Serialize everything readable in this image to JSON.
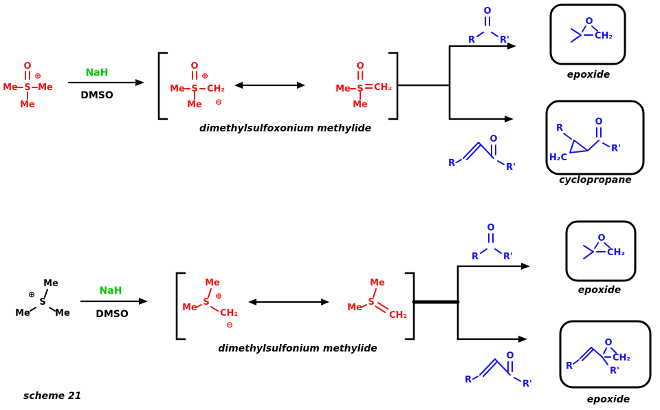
{
  "colors": {
    "structure_red": "#f31111",
    "substrate_blue": "#1212ef",
    "reagent_green": "#07c507",
    "ink": "#000000",
    "background": "#ffffff"
  },
  "atoms": {
    "o": "O",
    "s": "S",
    "me": "Me",
    "ch2": "CH₂",
    "h2c": "H₂C",
    "r": "R",
    "r_prime": "R'",
    "plus": "⊕",
    "minus": "⊖"
  },
  "reagents": {
    "nah": "NaH",
    "dmso": "DMSO"
  },
  "labels": {
    "sulfoxonium_ylide": "dimethylsulfoxonium methylide",
    "sulfonium_ylide": "dimethylsulfonium methylide",
    "epoxide": "epoxide",
    "cyclopropane": "cyclopropane",
    "scheme": "scheme 21"
  }
}
